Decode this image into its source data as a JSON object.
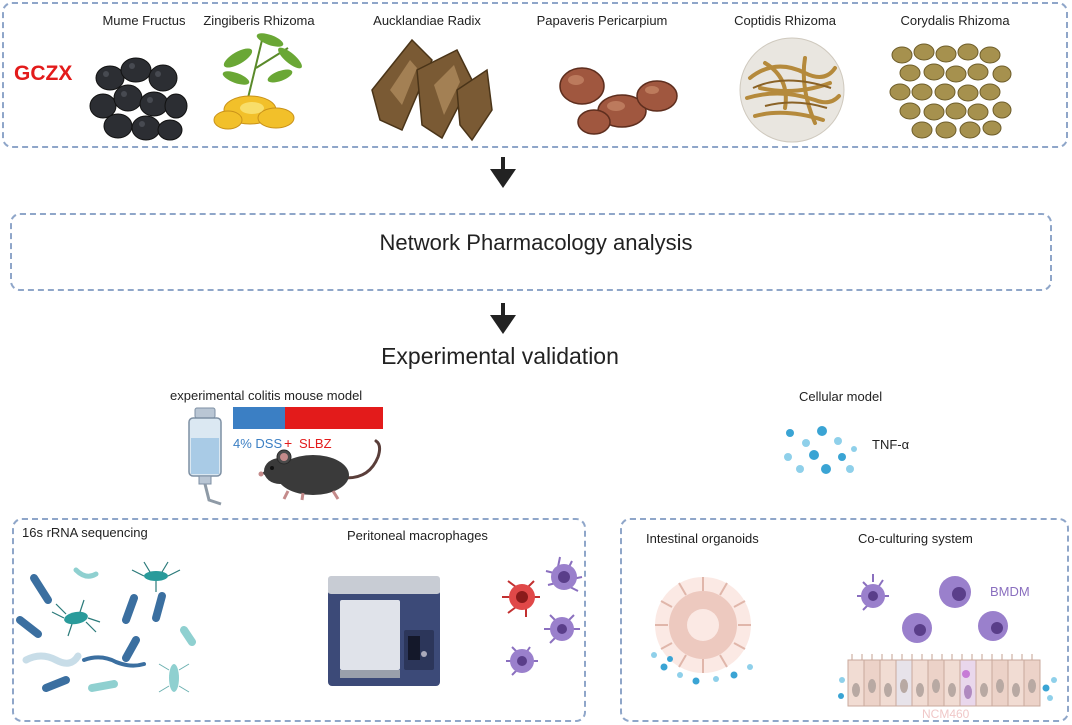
{
  "formula_name": "GCZX",
  "herbs": [
    {
      "name": "Mume Fructus",
      "icon": "mume-fructus-icon"
    },
    {
      "name": "Zingiberis Rhizoma",
      "icon": "ginger-icon"
    },
    {
      "name": "Aucklandiae Radix",
      "icon": "root-slices-icon"
    },
    {
      "name": "Papaveris Pericarpium",
      "icon": "poppy-pod-icon"
    },
    {
      "name": "Coptidis Rhizoma",
      "icon": "coptis-root-icon"
    },
    {
      "name": "Corydalis Rhizoma",
      "icon": "corydalis-tuber-icon"
    }
  ],
  "network_title": "Network Pharmacology analysis",
  "experimental_title": "Experimental validation",
  "mouse_model": {
    "title": "experimental colitis mouse model",
    "dss_label": "4% DSS",
    "plus": "+",
    "slbz_label": "SLBZ",
    "colors": {
      "dss": "#3b7fc4",
      "slbz": "#e31b1b"
    }
  },
  "cellular_model": {
    "title": "Cellular model",
    "cytokine": "TNF-α"
  },
  "left_panel": {
    "sequencing_label": "16s rRNA sequencing",
    "macrophage_label": "Peritoneal macrophages"
  },
  "right_panel": {
    "organoid_label": "Intestinal organoids",
    "coculture_label": "Co-culturing system",
    "bmdm_label": "BMDM",
    "ncm_label": "NCM460"
  },
  "colors": {
    "accent_red": "#e31b1b",
    "box_border": "#8fa6c9",
    "macrophage": "#8a6fbf"
  }
}
